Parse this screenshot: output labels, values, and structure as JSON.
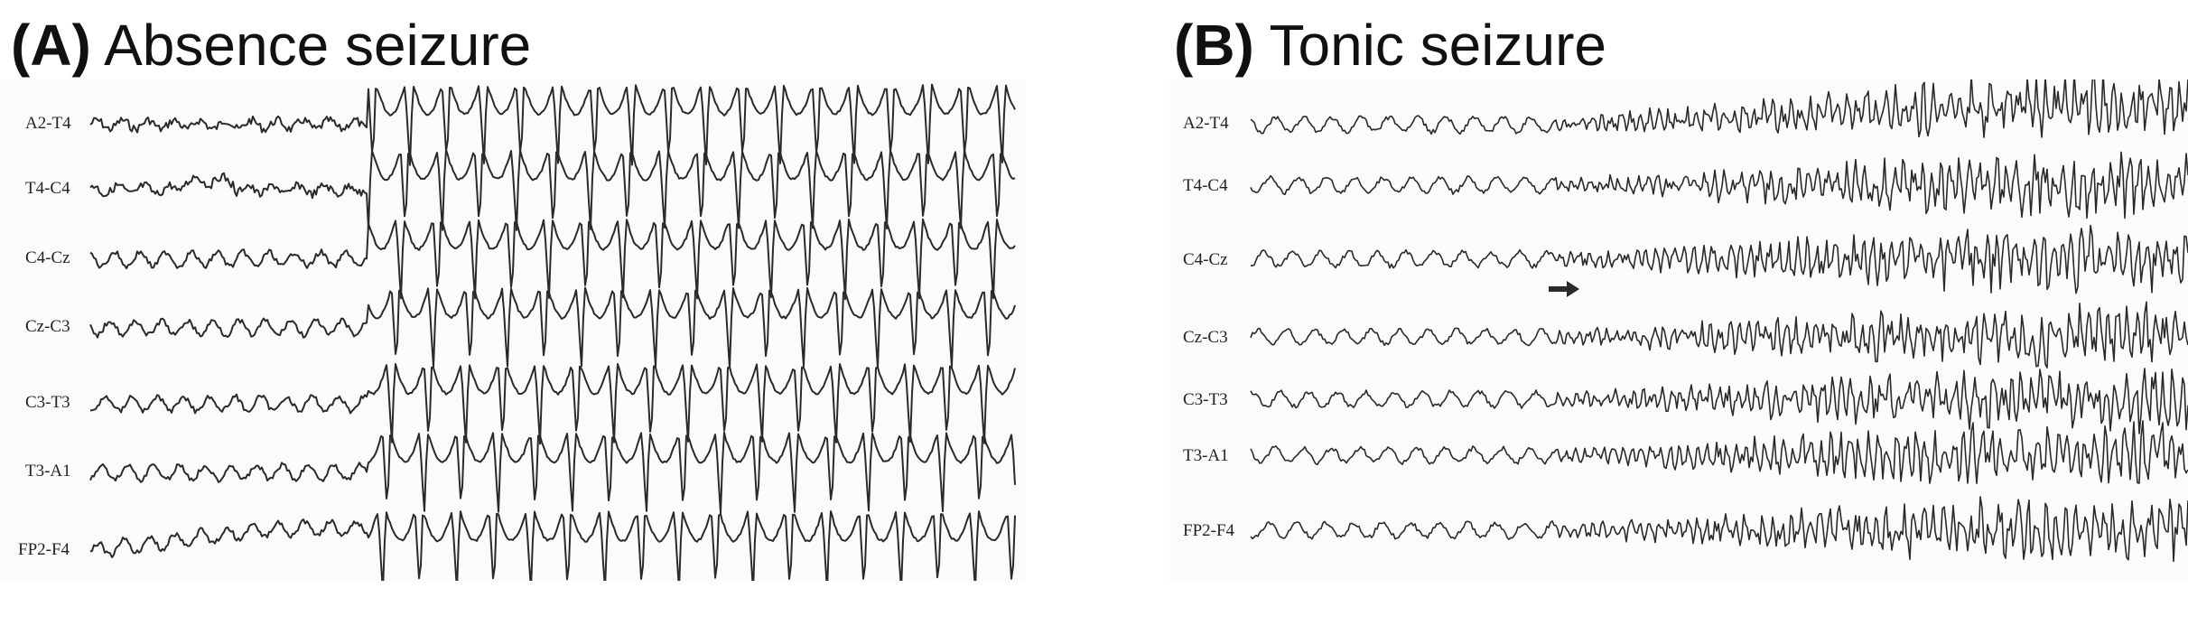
{
  "panel_a": {
    "letter": "(A)",
    "title": "Absence seizure",
    "channels": [
      "A2-T4",
      "T4-C4",
      "C4-Cz",
      "Cz-C3",
      "C3-T3",
      "T3-A1",
      "FP2-F4"
    ]
  },
  "panel_b": {
    "letter": "(B)",
    "title": "Tonic seizure",
    "channels": [
      "A2-T4",
      "T4-C4",
      "C4-Cz",
      "Cz-C3",
      "C3-T3",
      "T3-A1",
      "FP2-F4"
    ],
    "marker": "arrow-right-icon"
  },
  "colors": {
    "trace": "#2a2a2a",
    "text": "#111111",
    "background": "#ffffff"
  }
}
